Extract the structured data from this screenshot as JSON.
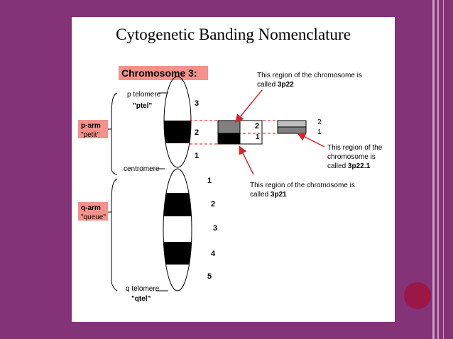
{
  "title": "Cytogenetic Banding Nomenclature",
  "chromosome_label": "Chromosome 3:",
  "p_arm": {
    "name": "p-arm",
    "desc": "\"petit\""
  },
  "q_arm": {
    "name": "q-arm",
    "desc": "\"queue\""
  },
  "labels": {
    "p_telomere": "p telomere",
    "ptel": "\"ptel\"",
    "centromere": "centromere",
    "q_telomere": "q telomere",
    "qtel": "\"qtel\""
  },
  "p_bands": [
    "3",
    "2",
    "1"
  ],
  "q_bands": [
    "1",
    "2",
    "3",
    "4",
    "5"
  ],
  "zoom1_bands": [
    "2",
    "1"
  ],
  "zoom2_bands": [
    "2",
    "1"
  ],
  "annotations": {
    "a3p22": {
      "text": "This region of the chromosome is called ",
      "bold": "3p22"
    },
    "a3p21": {
      "text": "This region of the chromosome is called ",
      "bold": "3p21"
    },
    "a3p221": {
      "text": "This region of the chromosome is called ",
      "bold": "3p22.1"
    }
  },
  "colors": {
    "background": "#843378",
    "label_fill": "#f4928b",
    "dashed_line": "#ff0000",
    "arrow": "#d9232a",
    "dark_band": "#000000",
    "gray_band": "#808080",
    "light_gray_band": "#c0c0c0",
    "circle": "#9a1746"
  }
}
